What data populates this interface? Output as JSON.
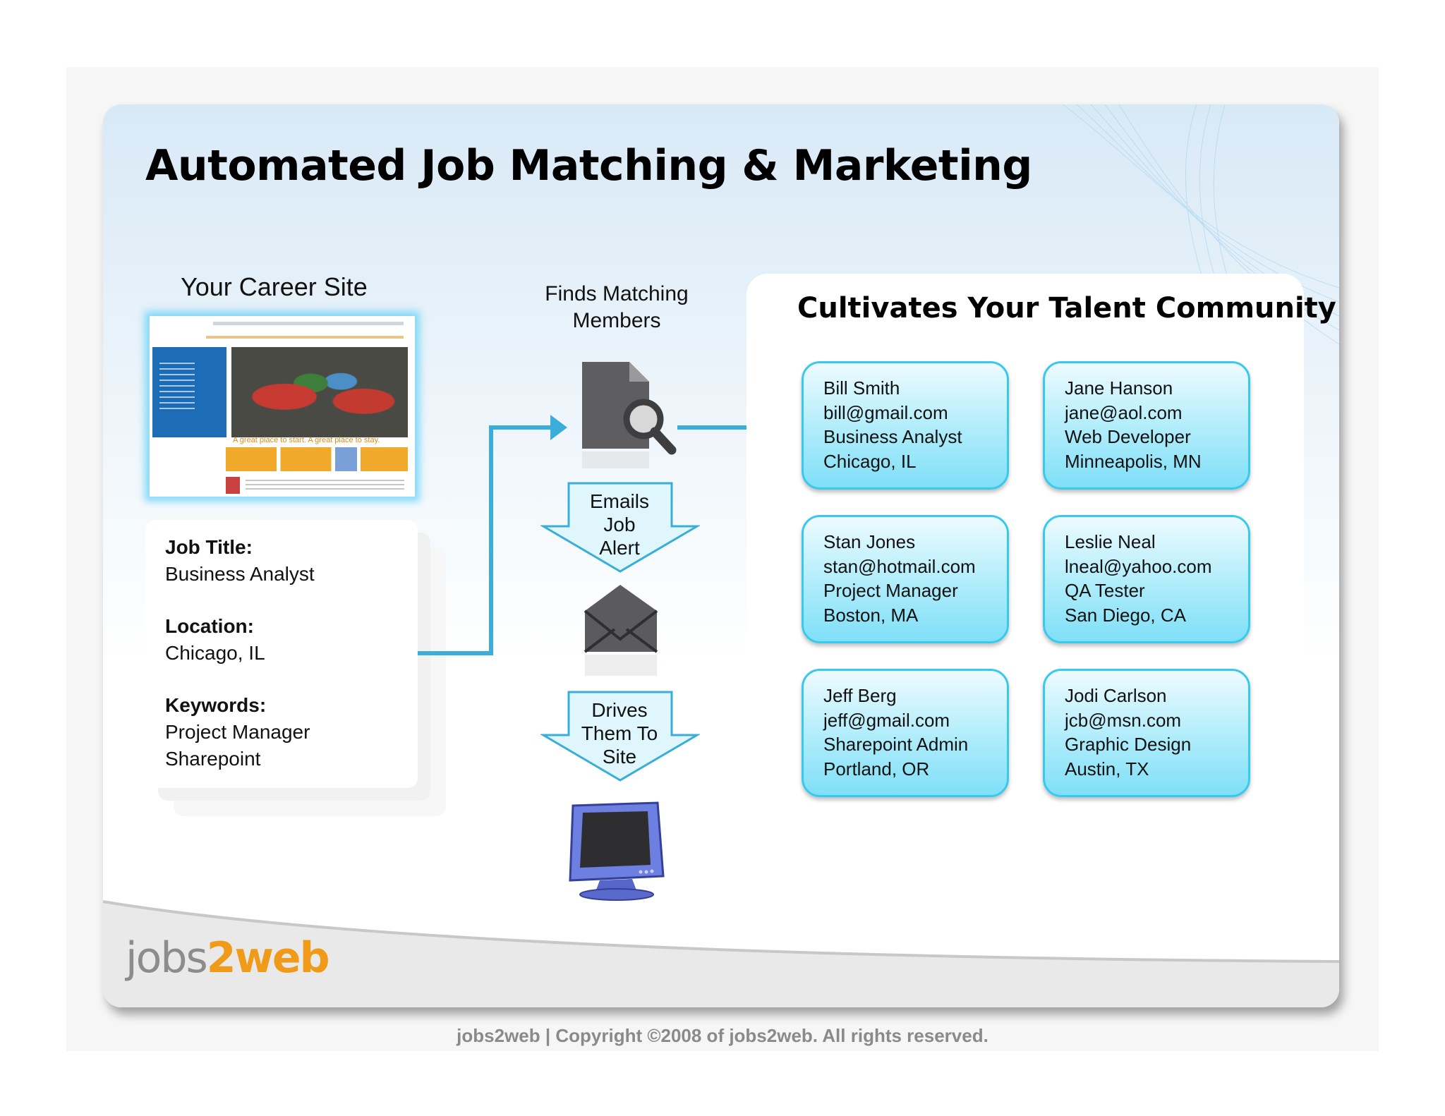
{
  "slide": {
    "title": "Automated Job Matching & Marketing",
    "footer_logo_part1": "jobs",
    "footer_logo_part2": "2web",
    "copyright": "jobs2web | Copyright ©2008 of jobs2web. All rights reserved."
  },
  "career_site": {
    "heading": "Your Career Site",
    "screenshot_tagline": "A great place to start. A great place to stay."
  },
  "job_posting": {
    "title_label": "Job Title:",
    "title_value": "Business Analyst",
    "location_label": "Location:",
    "location_value": "Chicago, IL",
    "keywords_label": "Keywords:",
    "keywords": [
      "Project Manager",
      "Sharepoint"
    ]
  },
  "process": {
    "find_label_line1": "Finds Matching",
    "find_label_line2": "Members",
    "email_arrow": [
      "Emails",
      "Job",
      "Alert"
    ],
    "drive_arrow": [
      "Drives",
      "Them To",
      "Site"
    ]
  },
  "community": {
    "title": "Cultivates Your Talent Community",
    "members": [
      {
        "name": "Bill Smith",
        "email": "bill@gmail.com",
        "role": "Business Analyst",
        "location": "Chicago, IL"
      },
      {
        "name": "Jane Hanson",
        "email": "jane@aol.com",
        "role": "Web Developer",
        "location": "Minneapolis, MN"
      },
      {
        "name": "Stan Jones",
        "email": "stan@hotmail.com",
        "role": "Project Manager",
        "location": "Boston, MA"
      },
      {
        "name": "Leslie Neal",
        "email": "lneal@yahoo.com",
        "role": "QA Tester",
        "location": "San Diego, CA"
      },
      {
        "name": "Jeff Berg",
        "email": "jeff@gmail.com",
        "role": "Sharepoint Admin",
        "location": "Portland, OR"
      },
      {
        "name": "Jodi Carlson",
        "email": "jcb@msn.com",
        "role": "Graphic Design",
        "location": "Austin, TX"
      }
    ]
  },
  "colors": {
    "accent_blue": "#3aaed8",
    "card_border": "#39c9ec",
    "logo_orange": "#f09a1a"
  },
  "icons": [
    "document-search-icon",
    "envelope-icon",
    "monitor-icon"
  ]
}
